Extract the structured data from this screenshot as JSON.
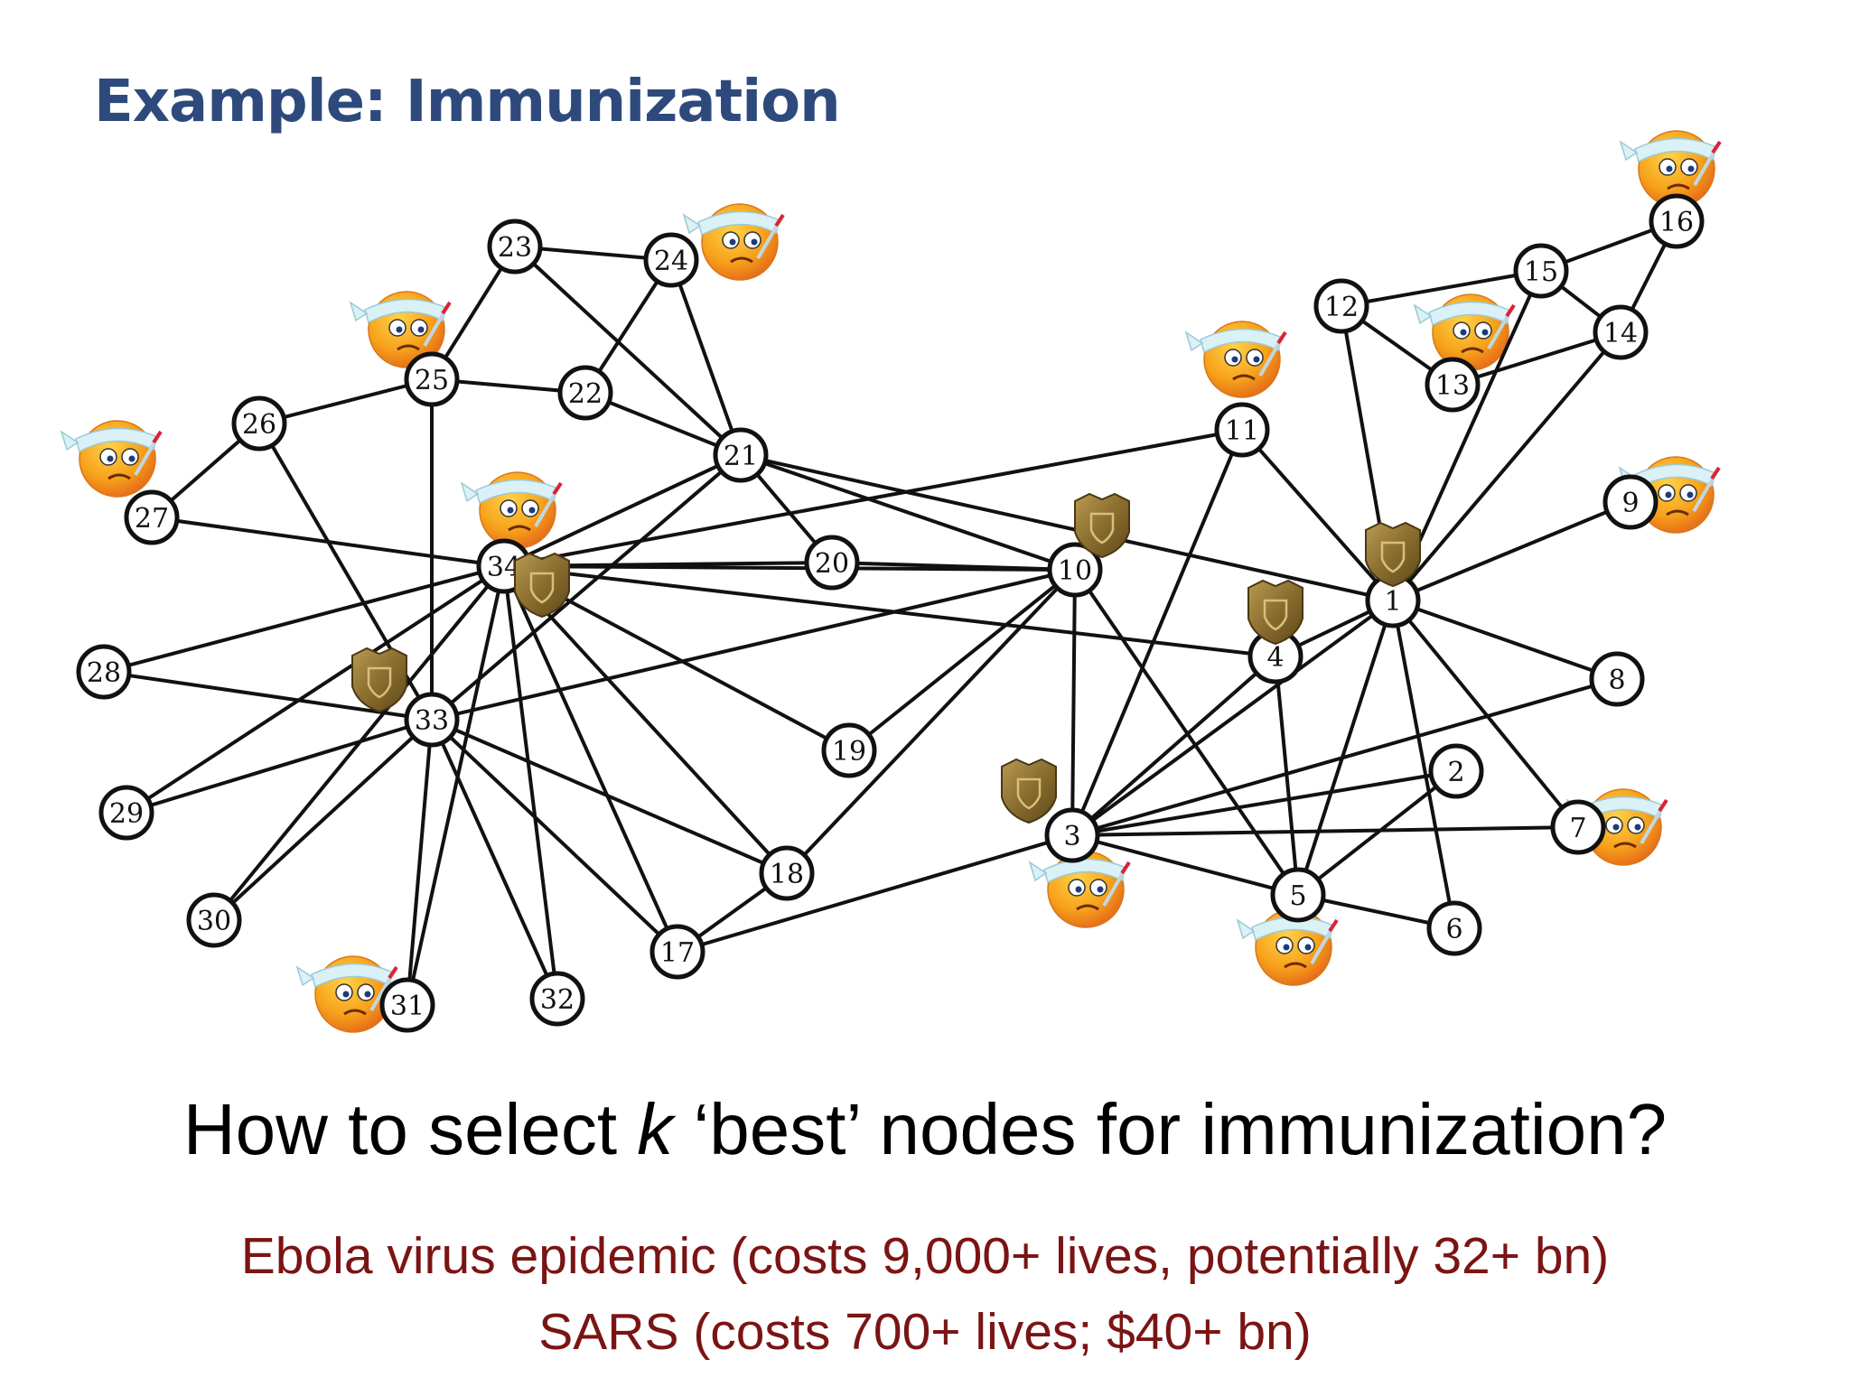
{
  "title": "Example: Immunization",
  "question": {
    "before": "How to select ",
    "k": "k",
    "after": " ‘best’ nodes for immunization?"
  },
  "notes": [
    "Ebola virus epidemic (costs 9,000+ lives, potentially 32+ bn)",
    "SARS (costs 700+ lives; $40+ bn)"
  ],
  "colors": {
    "title": "#2e4a7d",
    "note": "#7b1414",
    "edge": "#111111",
    "shield": "#8a6d2f",
    "face": "#f7a21b"
  },
  "icons": {
    "infected": "sick-face-icon",
    "immunized": "shield-icon"
  },
  "graph": {
    "nodes": [
      {
        "id": 1,
        "label": "1"
      },
      {
        "id": 2,
        "label": "2"
      },
      {
        "id": 3,
        "label": "3"
      },
      {
        "id": 4,
        "label": "4"
      },
      {
        "id": 5,
        "label": "5"
      },
      {
        "id": 6,
        "label": "6"
      },
      {
        "id": 7,
        "label": "7"
      },
      {
        "id": 8,
        "label": "8"
      },
      {
        "id": 9,
        "label": "9"
      },
      {
        "id": 10,
        "label": "10"
      },
      {
        "id": 11,
        "label": "11"
      },
      {
        "id": 12,
        "label": "12"
      },
      {
        "id": 13,
        "label": "13"
      },
      {
        "id": 14,
        "label": "14"
      },
      {
        "id": 15,
        "label": "15"
      },
      {
        "id": 16,
        "label": "16"
      },
      {
        "id": 17,
        "label": "17"
      },
      {
        "id": 18,
        "label": "18"
      },
      {
        "id": 19,
        "label": "19"
      },
      {
        "id": 20,
        "label": "20"
      },
      {
        "id": 21,
        "label": "21"
      },
      {
        "id": 22,
        "label": "22"
      },
      {
        "id": 23,
        "label": "23"
      },
      {
        "id": 24,
        "label": "24"
      },
      {
        "id": 25,
        "label": "25"
      },
      {
        "id": 26,
        "label": "26"
      },
      {
        "id": 27,
        "label": "27"
      },
      {
        "id": 28,
        "label": "28"
      },
      {
        "id": 29,
        "label": "29"
      },
      {
        "id": 30,
        "label": "30"
      },
      {
        "id": 31,
        "label": "31"
      },
      {
        "id": 32,
        "label": "32"
      },
      {
        "id": 33,
        "label": "33"
      },
      {
        "id": 34,
        "label": "34"
      }
    ],
    "edges": [
      [
        23,
        24
      ],
      [
        23,
        25
      ],
      [
        23,
        21
      ],
      [
        24,
        21
      ],
      [
        24,
        22
      ],
      [
        25,
        22
      ],
      [
        22,
        21
      ],
      [
        25,
        26
      ],
      [
        25,
        33
      ],
      [
        26,
        27
      ],
      [
        26,
        33
      ],
      [
        27,
        34
      ],
      [
        28,
        34
      ],
      [
        28,
        33
      ],
      [
        29,
        34
      ],
      [
        29,
        33
      ],
      [
        30,
        34
      ],
      [
        30,
        33
      ],
      [
        31,
        34
      ],
      [
        31,
        33
      ],
      [
        32,
        34
      ],
      [
        32,
        33
      ],
      [
        34,
        20
      ],
      [
        34,
        10
      ],
      [
        34,
        21
      ],
      [
        34,
        19
      ],
      [
        34,
        18
      ],
      [
        34,
        17
      ],
      [
        34,
        4
      ],
      [
        33,
        21
      ],
      [
        33,
        10
      ],
      [
        33,
        18
      ],
      [
        33,
        17
      ],
      [
        21,
        20
      ],
      [
        21,
        10
      ],
      [
        21,
        1
      ],
      [
        20,
        10
      ],
      [
        11,
        34
      ],
      [
        11,
        1
      ],
      [
        11,
        3
      ],
      [
        10,
        19
      ],
      [
        10,
        18
      ],
      [
        10,
        3
      ],
      [
        10,
        5
      ],
      [
        17,
        18
      ],
      [
        17,
        3
      ],
      [
        3,
        4
      ],
      [
        3,
        1
      ],
      [
        3,
        2
      ],
      [
        3,
        7
      ],
      [
        3,
        8
      ],
      [
        3,
        5
      ],
      [
        4,
        1
      ],
      [
        4,
        5
      ],
      [
        1,
        5
      ],
      [
        1,
        6
      ],
      [
        1,
        7
      ],
      [
        1,
        8
      ],
      [
        1,
        9
      ],
      [
        1,
        12
      ],
      [
        1,
        14
      ],
      [
        1,
        15
      ],
      [
        12,
        15
      ],
      [
        12,
        13
      ],
      [
        13,
        14
      ],
      [
        15,
        14
      ],
      [
        15,
        16
      ],
      [
        14,
        16
      ],
      [
        2,
        5
      ],
      [
        5,
        6
      ]
    ],
    "infected": [
      24,
      25,
      27,
      34,
      31,
      11,
      13,
      16,
      9,
      7,
      3,
      5
    ],
    "immunized": [
      34,
      33,
      10,
      1,
      4,
      3
    ]
  }
}
